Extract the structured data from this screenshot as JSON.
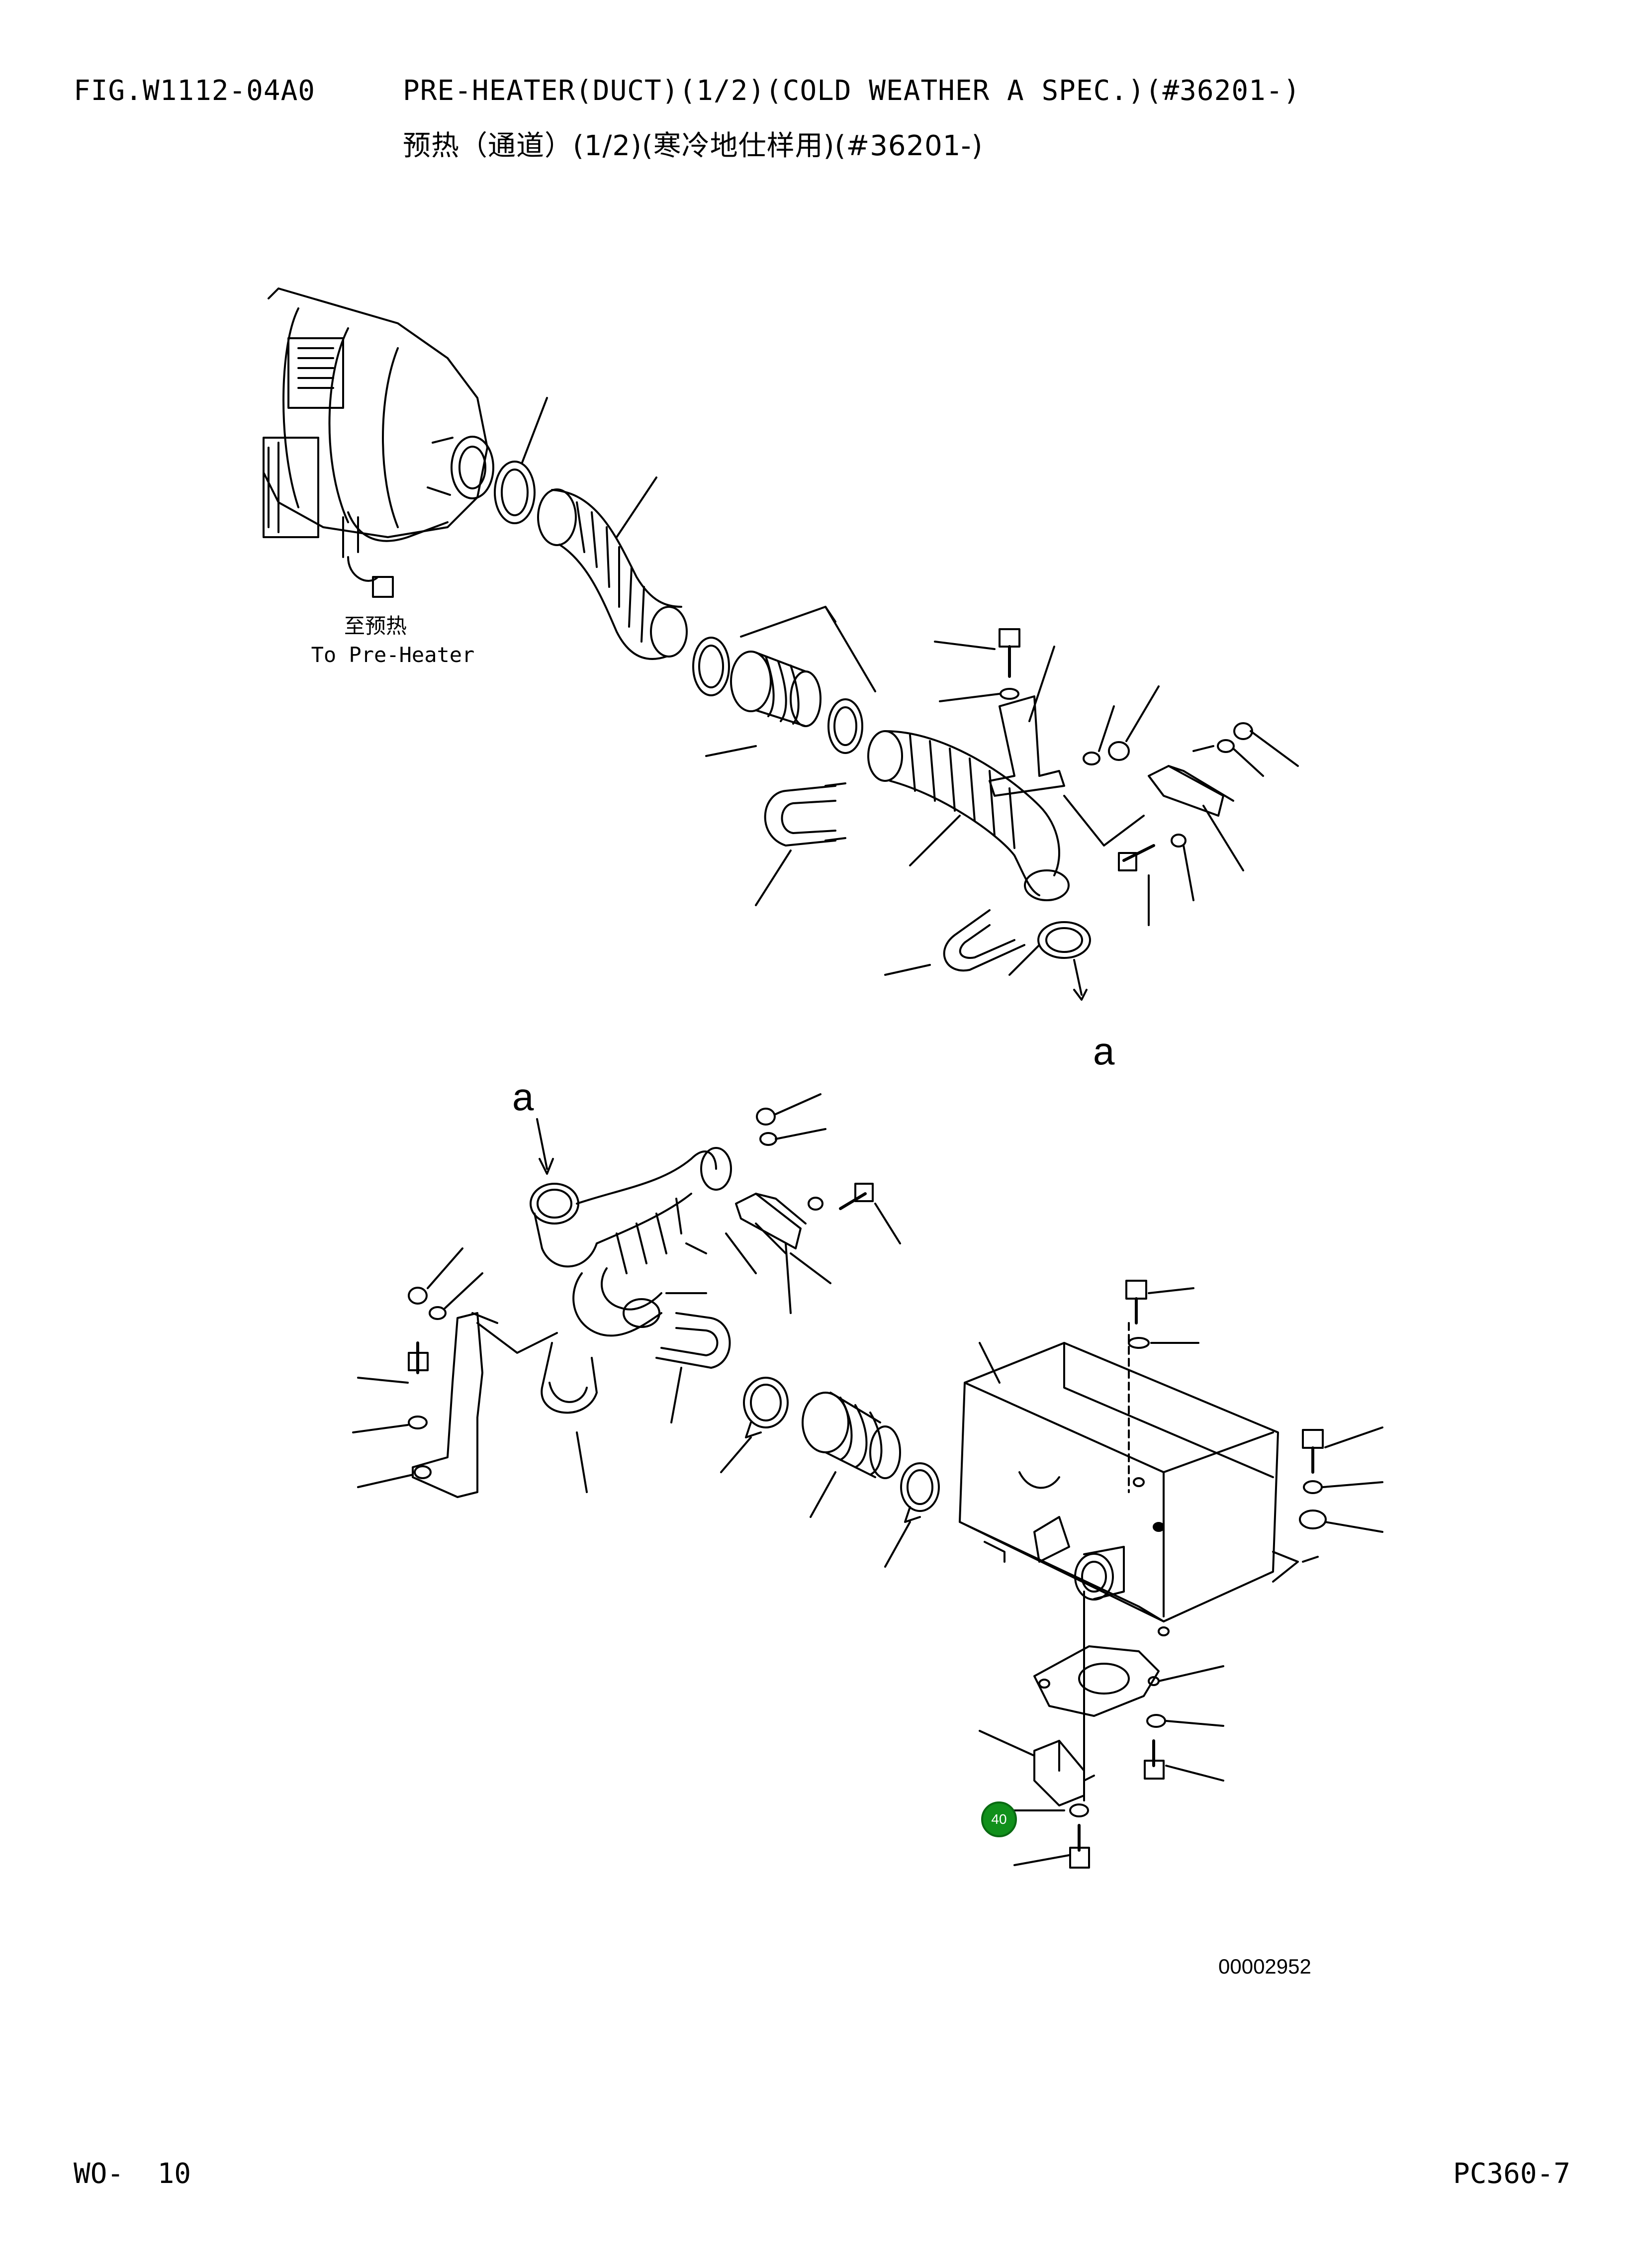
{
  "header": {
    "fig_code": "FIG.W1112-04A0",
    "title_en": "PRE-HEATER(DUCT)(1/2)(COLD WEATHER A SPEC.)(#36201-)",
    "title_zh": "预热（通道）(1/2)(寒冷地仕样用)(#36201-)"
  },
  "labels": {
    "to_preheater_zh": "至预热",
    "to_preheater_en": "To Pre-Heater",
    "arrow_a_upper": "a",
    "arrow_a_lower": "a"
  },
  "callouts": [
    {
      "number": "40",
      "color": "#11901b"
    }
  ],
  "drawing_number": "00002952",
  "footer": {
    "page": "WO-  10",
    "model": "PC360-7"
  }
}
